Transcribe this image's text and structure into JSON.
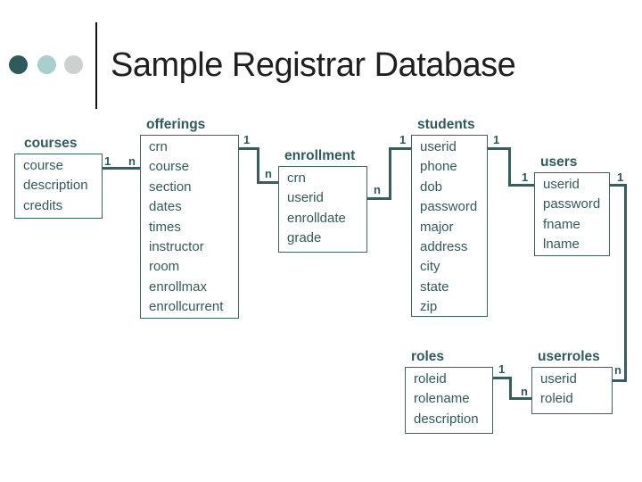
{
  "slide": {
    "title": "Sample Registrar Database"
  },
  "theme": {
    "teal_text": "#2F5A5D",
    "teal_border": "#3D6366",
    "teal_line": "#355E60",
    "title_color": "#1F1F1F",
    "bullet_colors": [
      "#2E5A5C",
      "#A9CED0",
      "#CDD0D1"
    ]
  },
  "entities": [
    {
      "label": "courses",
      "fields": [
        "course",
        "description",
        "credits"
      ]
    },
    {
      "label": "offerings",
      "fields": [
        "crn",
        "course",
        "section",
        "dates",
        "times",
        "instructor",
        "room",
        "enrollmax",
        "enrollcurrent"
      ]
    },
    {
      "label": "enrollment",
      "fields": [
        "crn",
        "userid",
        "enrolldate",
        "grade"
      ]
    },
    {
      "label": "students",
      "fields": [
        "userid",
        "phone",
        "dob",
        "password",
        "major",
        "address",
        "city",
        "state",
        "zip"
      ]
    },
    {
      "label": "users",
      "fields": [
        "userid",
        "password",
        "fname",
        "lname"
      ]
    },
    {
      "label": "roles",
      "fields": [
        "roleid",
        "rolename",
        "description"
      ]
    },
    {
      "label": "userroles",
      "fields": [
        "userid",
        "roleid"
      ]
    }
  ],
  "relationships": [
    {
      "from": "courses",
      "to": "offerings",
      "from_card": "1",
      "to_card": "n"
    },
    {
      "from": "offerings",
      "to": "enrollment",
      "from_card": "1",
      "to_card": "n"
    },
    {
      "from": "enrollment",
      "to": "students",
      "from_card": "n",
      "to_card": "1"
    },
    {
      "from": "students",
      "to": "users",
      "from_card": "1",
      "to_card": "1"
    },
    {
      "from": "users",
      "to": "userroles",
      "from_card": "1",
      "to_card": "n"
    },
    {
      "from": "roles",
      "to": "userroles",
      "from_card": "1",
      "to_card": "n"
    }
  ]
}
